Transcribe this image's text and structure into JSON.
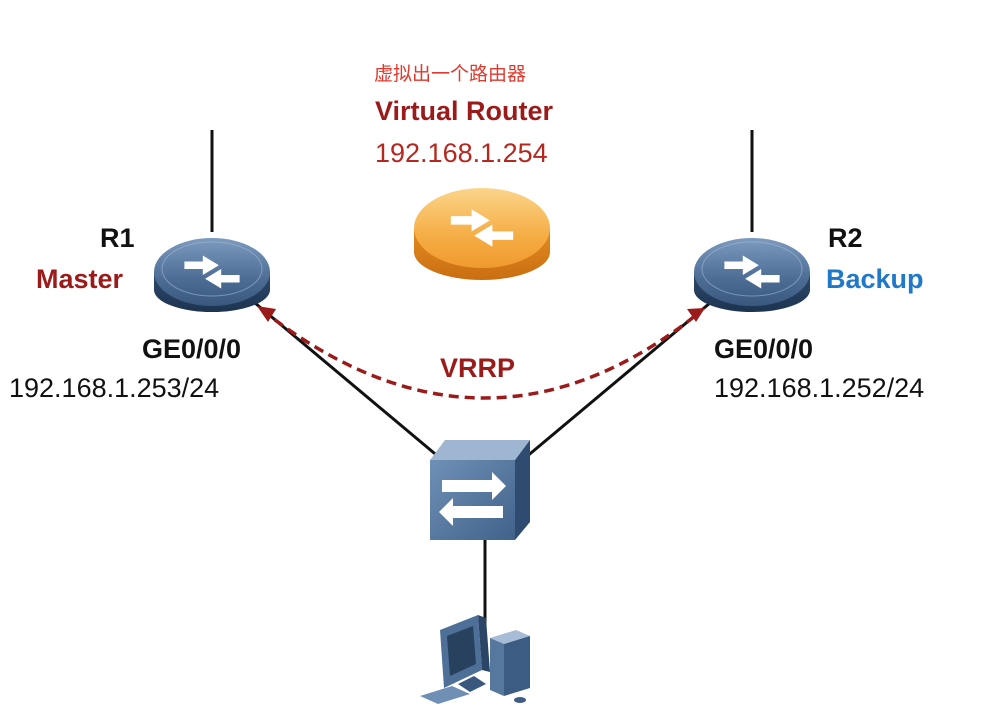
{
  "virtual_router": {
    "subtitle_cn": "虚拟出一个路由器",
    "name": "Virtual Router",
    "ip": "192.168.1.254"
  },
  "r1": {
    "name": "R1",
    "role": "Master",
    "interface": "GE0/0/0",
    "ip": "192.168.1.253/24"
  },
  "r2": {
    "name": "R2",
    "role": "Backup",
    "interface": "GE0/0/0",
    "ip": "192.168.1.252/24"
  },
  "protocol_label": "VRRP",
  "icons": {
    "r1": "router-icon",
    "r2": "router-icon",
    "virtual": "virtual-router-icon",
    "switch": "switch-icon",
    "pc": "pc-icon"
  },
  "colors": {
    "dark_red": "#9b1b1b",
    "light_red": "#e0392e",
    "ip_red": "#b5271f",
    "blue": "#1f78c8",
    "router_blue": "#3e5f86",
    "router_orange": "#f2a33a",
    "line": "#111111"
  }
}
